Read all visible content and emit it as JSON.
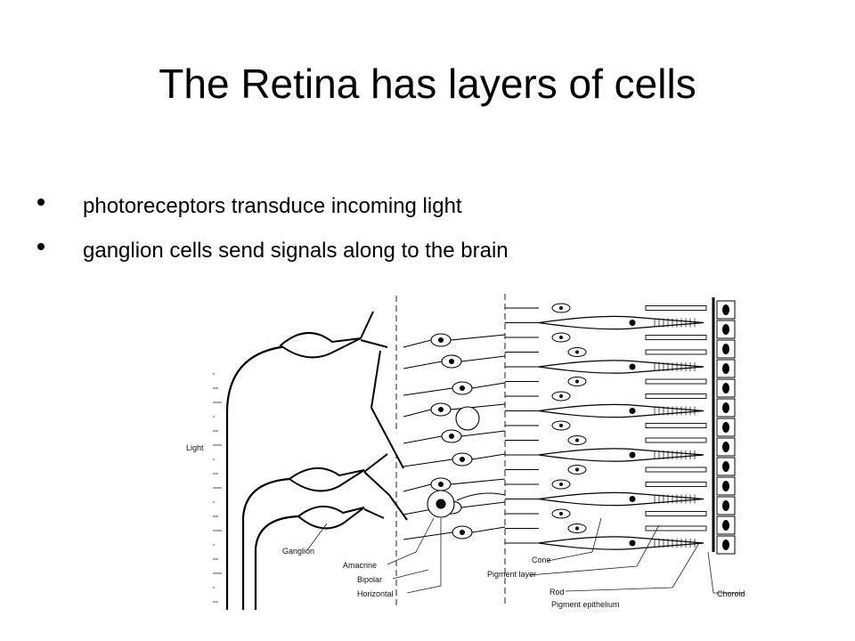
{
  "slide": {
    "title": "The Retina has layers of cells",
    "bullets": [
      "photoreceptors transduce incoming light",
      "ganglion cells send signals along to the brain"
    ]
  },
  "diagram": {
    "labels": {
      "light": "Light",
      "ganglion": "Ganglion",
      "amacrine": "Amacrine",
      "bipolar": "Bipolar",
      "horizontal": "Horizontal",
      "cone": "Cone",
      "pigment_layer": "Pigment layer",
      "rod": "Rod",
      "pigment_epithelium": "Pigment epithelium",
      "choroid": "Choroid"
    }
  }
}
